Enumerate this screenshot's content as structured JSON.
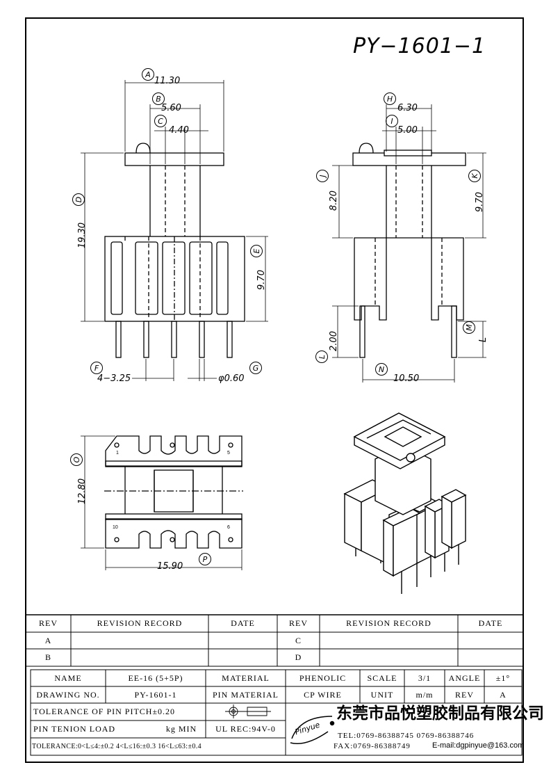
{
  "part_number": "PY−1601−1",
  "dimensions": {
    "A": "A",
    "B": "B",
    "C": "C",
    "D": "D",
    "E": "E",
    "F": "F",
    "G": "G",
    "H": "H",
    "I": "I",
    "J": "J",
    "K": "K",
    "L": "L",
    "M": "M",
    "N": "N",
    "O": "O",
    "P": "P",
    "width_11_30": "11.30",
    "width_5_60": "5.60",
    "width_4_40": "4.40",
    "height_19_30": "19.30",
    "height_9_70_front": "9.70",
    "pitch": "4−3.25",
    "pin_dia": "φ0.60",
    "width_6_30": "6.30",
    "width_5_00": "5.00",
    "height_8_20": "8.20",
    "height_9_70_side": "9.70",
    "pin_len_2_00": "2.00",
    "L_label": "L",
    "span_10_50": "10.50",
    "depth_12_80": "12.80",
    "length_15_90": "15.90",
    "pin_1": "1",
    "pin_5": "5",
    "pin_10": "10",
    "pin_6": "6"
  },
  "revision_table": {
    "header": [
      "REV",
      "REVISION RECORD",
      "DATE",
      "REV",
      "REVISION RECORD",
      "DATE"
    ],
    "rows": [
      [
        "A",
        "",
        "",
        "C",
        "",
        ""
      ],
      [
        "B",
        "",
        "",
        "D",
        "",
        ""
      ]
    ]
  },
  "title_block": {
    "name_label": "NAME",
    "name_value": "EE-16 (5+5P)",
    "material_label": "MATERIAL",
    "material_value": "PHENOLIC",
    "scale_label": "SCALE",
    "scale_value": "3/1",
    "angle_label": "ANGLE",
    "angle_value": "±1°",
    "drawing_no_label": "DRAWING NO.",
    "drawing_no_value": "PY-1601-1",
    "pin_material_label": "PIN MATERIAL",
    "pin_material_value": "CP WIRE",
    "unit_label": "UNIT",
    "unit_value": "m/m",
    "rev_label": "REV",
    "rev_value": "A",
    "tolerance_pitch": "TOLERANCE OF PIN PITCH±0.20",
    "pin_tension": "PIN TENION LOAD",
    "pin_tension_unit": "kg MIN",
    "ul_rec": "UL REC:94V-0",
    "tolerance_range": "TOLERANCE:0<L≤4:±0.2  4<L≤16:±0.3  16<L≤63:±0.4",
    "logo_text": "Pinyue",
    "company_name": "东莞市品悦塑胶制品有限公司",
    "tel": "TEL:0769-86388745    0769-86388746",
    "fax": "FAX:0769-86388749",
    "email": "E-mail:dgpinyue@163.com"
  }
}
